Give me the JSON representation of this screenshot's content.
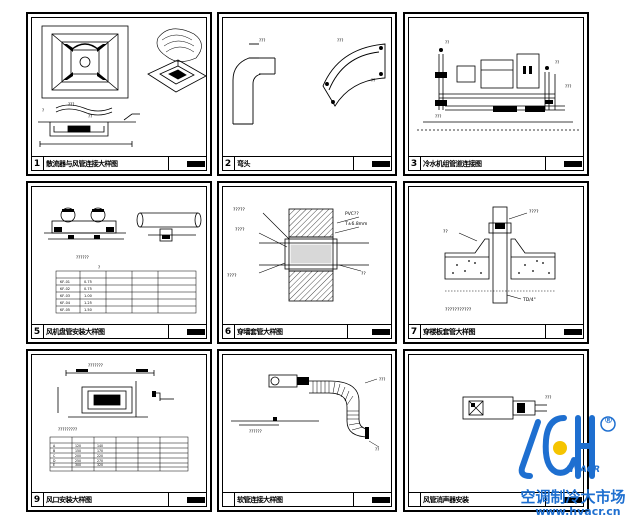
{
  "sheets": [
    {
      "num": "1",
      "title": "散流器与风管连接大样图"
    },
    {
      "num": "2",
      "title": "弯头"
    },
    {
      "num": "3",
      "title": "冷水机组管道连接图"
    },
    {
      "num": "5",
      "title": "风机盘管安装大样图"
    },
    {
      "num": "6",
      "title": "穿墙套管大样图"
    },
    {
      "num": "7",
      "title": "穿楼板套管大样图"
    },
    {
      "num": "9",
      "title": "风口安装大样图"
    },
    {
      "num": "",
      "title": "软管连接大样图"
    },
    {
      "num": "",
      "title": "风管消声器安装"
    }
  ],
  "labels": {
    "pvc": "PVC??",
    "tol": "T±6.8mm",
    "td": "TD/4\""
  },
  "watermark": {
    "brand": "HVACR",
    "registered": "®",
    "name_cn": "空调制冷大市场",
    "url": "www.hvacr.cn",
    "color": "#1e6fd0",
    "accent": "#f5c400"
  }
}
